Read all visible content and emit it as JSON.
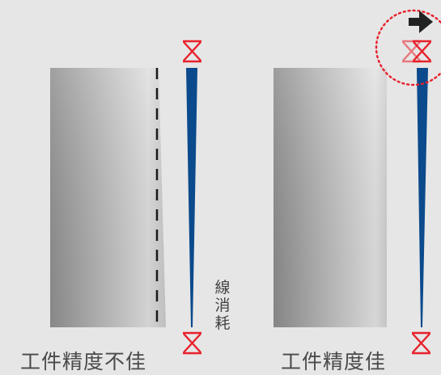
{
  "captions": {
    "left": "工件精度不佳",
    "right": "工件精度佳"
  },
  "wire_wear_label": "線消耗",
  "colors": {
    "background": "#e6e6e6",
    "wire": "#0b4a8c",
    "guide_marker": "#e8202a",
    "arrow": "#222222"
  },
  "icons": [
    "guide-marker-icon",
    "right-arrow-icon",
    "dotted-circle-highlight"
  ]
}
